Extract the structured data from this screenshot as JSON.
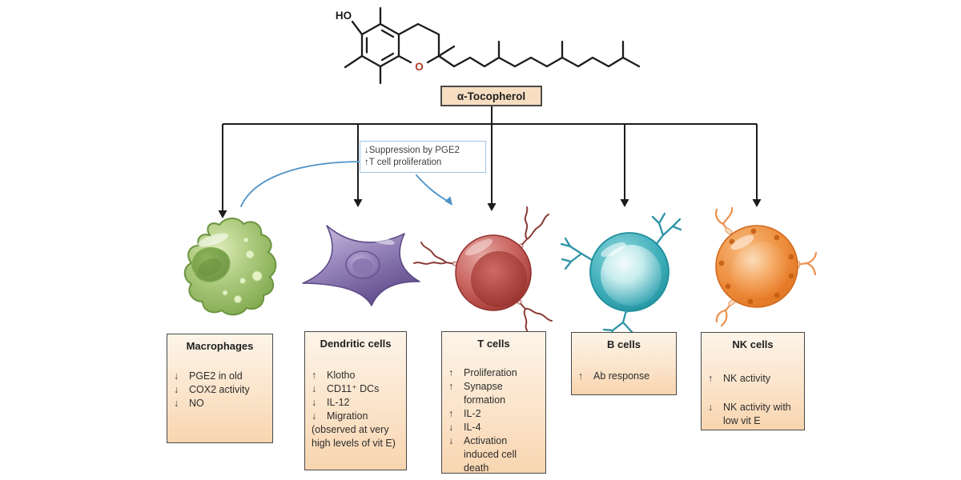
{
  "molecule": {
    "hydroxyl": "HO",
    "oxygen": "O",
    "label": "α-Tocopherol"
  },
  "annotation": {
    "line1": "↓Suppression by PGE2",
    "line2": "↑T cell proliferation"
  },
  "boxes": [
    {
      "id": "macrophages",
      "title": "Macrophages",
      "items": [
        {
          "arrow": "↓",
          "label": "PGE2 in old"
        },
        {
          "arrow": "↓",
          "label": "COX2 activity"
        },
        {
          "arrow": "↓",
          "label": "NO"
        }
      ]
    },
    {
      "id": "dendritic-cells",
      "title": "Dendritic cells",
      "items": [
        {
          "arrow": "↑",
          "label": "Klotho"
        },
        {
          "arrow": "↓",
          "label": "CD11⁺ DCs"
        },
        {
          "arrow": "↓",
          "label": "IL-12"
        },
        {
          "arrow": "↓",
          "label": "Migration"
        }
      ],
      "note": "(observed at very high levels of vit E)"
    },
    {
      "id": "t-cells",
      "title": "T cells",
      "items": [
        {
          "arrow": "↑",
          "label": "Proliferation"
        },
        {
          "arrow": "↑",
          "label": "Synapse formation"
        },
        {
          "arrow": "↑",
          "label": "IL-2"
        },
        {
          "arrow": "↓",
          "label": "IL-4"
        },
        {
          "arrow": "↓",
          "label": "Activation induced cell death"
        }
      ]
    },
    {
      "id": "b-cells",
      "title": "B cells",
      "items": [
        {
          "arrow": "↑",
          "label": "Ab response"
        }
      ]
    },
    {
      "id": "nk-cells",
      "title": "NK cells",
      "items": [
        {
          "arrow": "↑",
          "label": "NK activity"
        },
        {
          "arrow": "↓",
          "label": "NK activity with low vit E",
          "gap": true
        }
      ]
    }
  ],
  "palette": {
    "line": "#1c1c1c",
    "blue_accent": "#4f93c7",
    "box_border": "#4a4a4a",
    "box_fill_top": "#fdf4e9",
    "box_fill_bottom": "#f8d5b0",
    "toc_box_fill": "#f7dec1",
    "oxygen_red": "#b23b2a",
    "macrophage_green": "#7fa94e",
    "dendritic_purple": "#604d8c",
    "tcell_red": "#a23733",
    "bcell_teal": "#2d9fae",
    "nkcell_orange": "#e4711a"
  }
}
